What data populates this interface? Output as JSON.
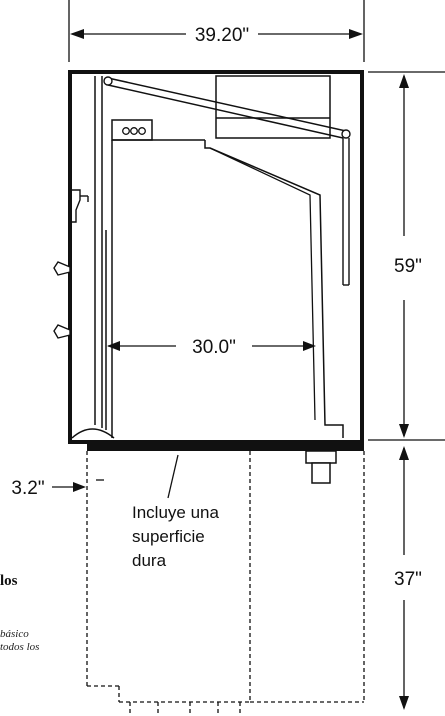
{
  "dimensions": {
    "overall_width": "39.20\"",
    "inner_width": "30.0\"",
    "cabinet_height": "59\"",
    "base_height": "37\"",
    "side_offset": "3.2\""
  },
  "note": {
    "line1": "Incluye una",
    "line2": "superficie",
    "line3": "dura"
  },
  "side_panel": {
    "title": "los",
    "line1": "básico",
    "line2": "todos los"
  }
}
